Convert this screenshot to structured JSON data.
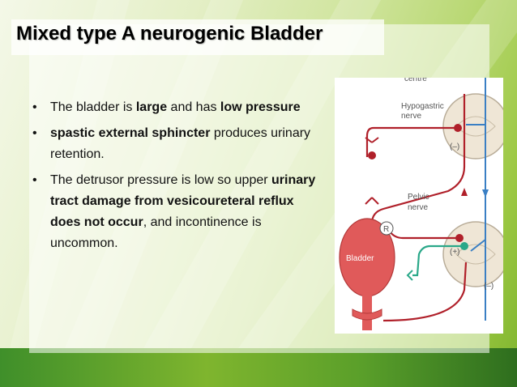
{
  "slide": {
    "title": "Mixed type A neurogenic Bladder"
  },
  "bullets": [
    {
      "segments": [
        {
          "text": "The bladder is ",
          "bold": false
        },
        {
          "text": "large",
          "bold": true
        },
        {
          "text": " and has ",
          "bold": false
        },
        {
          "text": "low pressure",
          "bold": true
        }
      ]
    },
    {
      "segments": [
        {
          "text": "spastic external sphincter",
          "bold": true
        },
        {
          "text": " produces urinary retention.",
          "bold": false
        }
      ]
    },
    {
      "segments": [
        {
          "text": "The detrusor pressure is low so upper ",
          "bold": false
        },
        {
          "text": "urinary tract damage from vesicoureteral reflux does not occur",
          "bold": true
        },
        {
          "text": ", and incontinence is uncommon.",
          "bold": false
        }
      ]
    }
  ],
  "figure": {
    "centre_label": "centre",
    "hypogastric_label_1": "Hypogastric",
    "hypogastric_label_2": "nerve",
    "pelvic_label_1": "Pelvic",
    "pelvic_label_2": "nerve",
    "bladder_label": "Bladder",
    "r_label": "R",
    "minus_top": "(–)",
    "plus_label": "(+)",
    "minus_bottom": "(–)"
  },
  "colors": {
    "nerve_red": "#b0202a",
    "nerve_blue": "#3a7fc4",
    "nerve_teal": "#2aa889",
    "bladder": "#e05a5a",
    "cord": "#efe6d6"
  }
}
